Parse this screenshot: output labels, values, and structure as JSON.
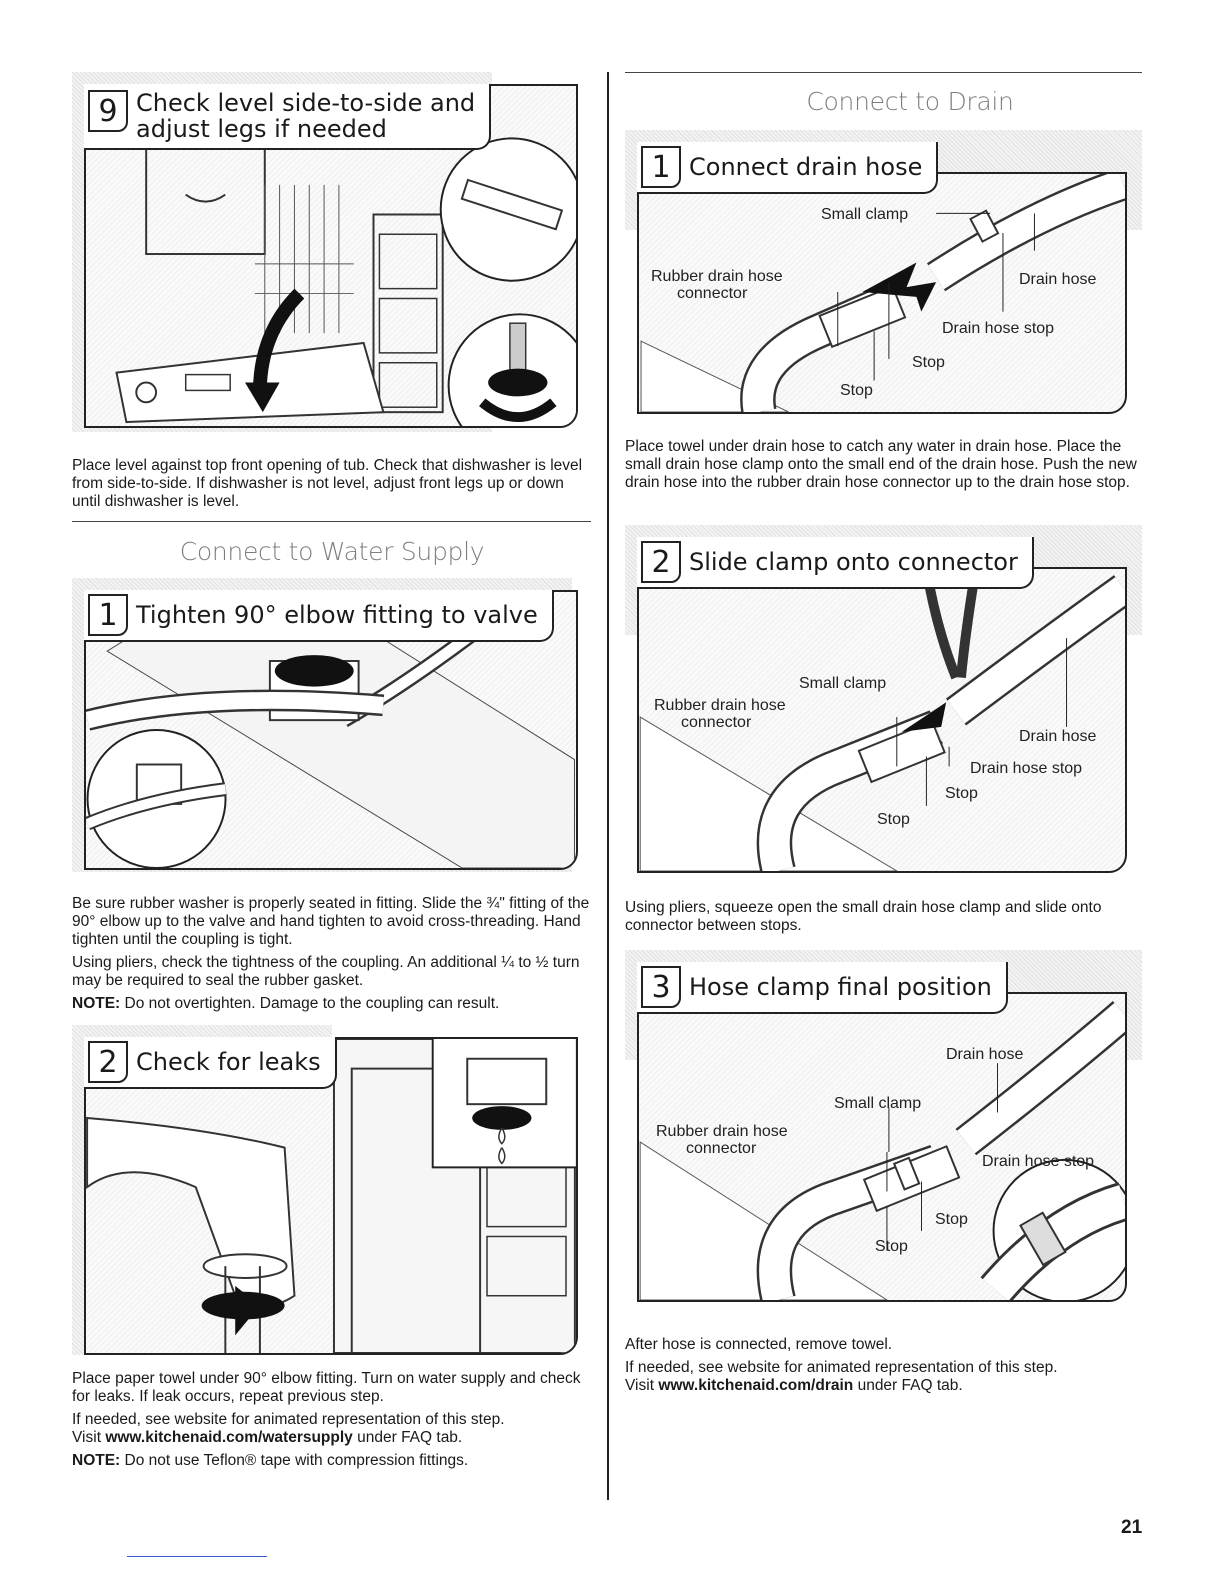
{
  "steps": {
    "level": {
      "number": "9",
      "title_line1": "Check level side-to-side and",
      "title_line2": "adjust legs if needed"
    },
    "water1": {
      "number": "1",
      "title": "Tighten 90° elbow fitting to valve"
    },
    "water2": {
      "number": "2",
      "title": "Check for leaks"
    },
    "drain1": {
      "number": "1",
      "title": "Connect drain hose"
    },
    "drain2": {
      "number": "2",
      "title": "Slide clamp onto connector"
    },
    "drain3": {
      "number": "3",
      "title": "Hose clamp final position"
    }
  },
  "sections": {
    "water_supply": "Connect to Water Supply",
    "drain": "Connect to Drain"
  },
  "callouts": {
    "small_clamp": "Small clamp",
    "rubber_line1": "Rubber drain hose",
    "rubber_line2": "connector",
    "drain_hose": "Drain hose",
    "drain_hose_stop": "Drain hose stop",
    "stop": "Stop"
  },
  "text": {
    "level": "Place level against top front opening of tub. Check that dishwasher is level from side-to-side. If dishwasher is not level, adjust front legs up or down until dishwasher is level.",
    "water1_p1": "Be sure rubber washer is properly seated in fitting. Slide the ¾\" fitting of the 90° elbow up to the valve and hand tighten to avoid cross-threading. Hand tighten until the coupling is tight.",
    "water1_p2": "Using pliers, check the tightness of the coupling. An additional ¼ to ½ turn may be required to seal the rubber gasket.",
    "note_label": "NOTE:",
    "water1_note": " Do not overtighten. Damage to the coupling can result.",
    "water2_p1": "Place paper towel under 90° elbow fitting. Turn on water supply and check for leaks. If leak occurs, repeat previous step.",
    "water2_p2": "If needed, see website for animated representation of this step.",
    "visit": "Visit ",
    "water_url": "www.kitchenaid.com/watersupply",
    "under_faq": " under FAQ tab.",
    "water2_note": " Do not use Teflon® tape with compression fittings.",
    "drain1": "Place towel under drain hose to catch any water in drain hose. Place the small drain hose clamp onto the small end of the drain hose. Push the new drain hose into the rubber drain hose connector up to the drain hose stop.",
    "drain2": "Using pliers, squeeze open the small drain hose clamp and slide onto connector between stops.",
    "drain3_p1": "After hose is connected, remove towel.",
    "drain3_p2": "If needed, see website for animated representation of this step.",
    "drain_url": "www.kitchenaid.com/drain"
  },
  "page_number": "21"
}
